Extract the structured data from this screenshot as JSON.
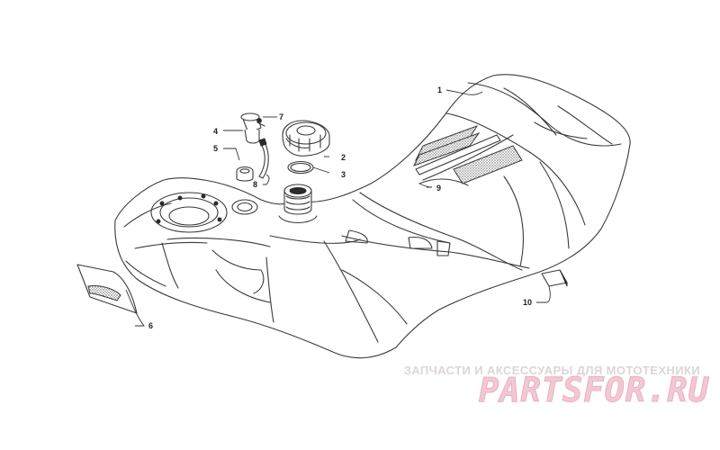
{
  "diagram": {
    "callouts": {
      "c1": "1",
      "c2": "2",
      "c3": "3",
      "c4": "4",
      "c5": "5",
      "c6": "6",
      "c7": "7",
      "c8": "8",
      "c9": "9",
      "c10": "10"
    }
  },
  "watermark": {
    "caption": "ЗАПЧАСТИ И АКСЕССУАРЫ ДЛЯ МОТОТЕХНИКИ",
    "logo": "PARTSFOR.RU"
  },
  "colors": {
    "line": "#3a3a3a",
    "watermark_caption": "#dcd6d9",
    "watermark_logo": "#f2c9d3"
  }
}
